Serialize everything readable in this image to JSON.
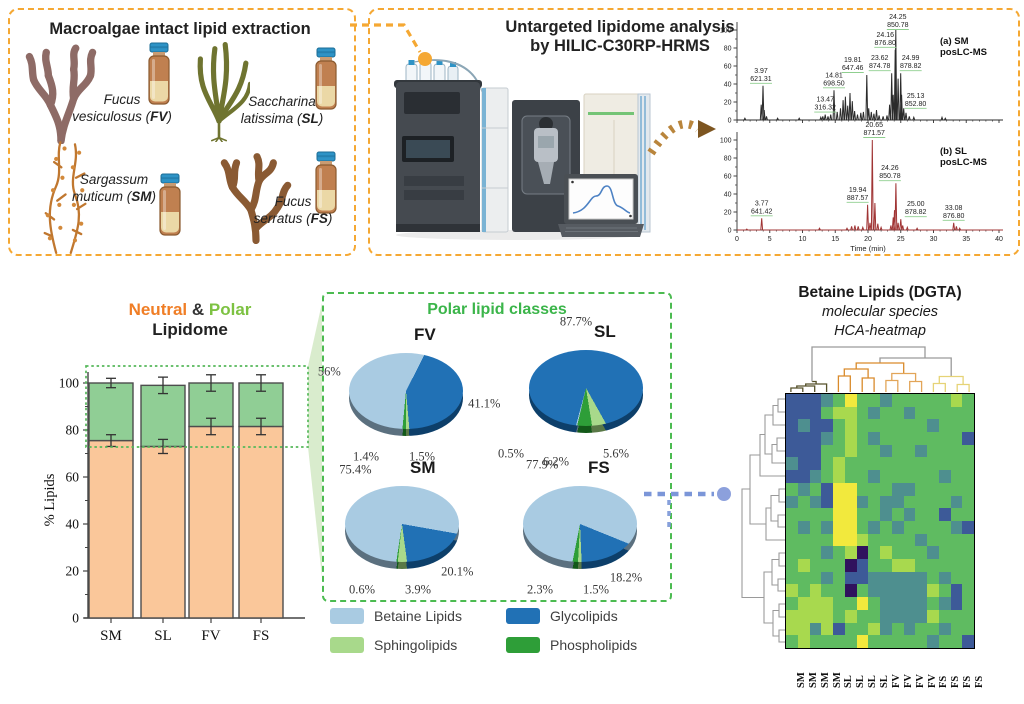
{
  "colors": {
    "accent_orange": "#F5A833",
    "title_orange": "#F07E26",
    "title_green": "#7DC242",
    "class_title_green": "#3BB54A",
    "green_dashed": "#4CBB51",
    "bar_neutral": "#FAC79A",
    "bar_polar": "#90CE95",
    "betaine_blue": "#A9CBE2",
    "glyco_blue": "#2171B5",
    "sphingo_green": "#A8D98B",
    "phospho_green": "#2E9E38",
    "chromatogram_a": "#2B2B2B",
    "chromatogram_b": "#A03434",
    "blue_connector": "#7B96D8",
    "arrow_brown": "#B9853C"
  },
  "extraction": {
    "title": "Macroalgae intact lipid extraction",
    "species": [
      {
        "genus": "Fucus",
        "species": "vesiculosus",
        "abbr": "FV"
      },
      {
        "genus": "Saccharina",
        "species": "latissima",
        "abbr": "SL"
      },
      {
        "genus": "Sargassum",
        "species": "muticum",
        "abbr": "SM"
      },
      {
        "genus": "Fucus",
        "species": "serratus",
        "abbr": "FS"
      }
    ]
  },
  "analysis": {
    "title_line1": "Untargeted lipidome analysis",
    "title_line2": "by HILIC-C30RP-HRMS"
  },
  "chart_data": [
    {
      "id": "chromatogram_a",
      "type": "line",
      "panel_label": "(a) SM",
      "mode": "posLC-MS",
      "color": "#2B2B2B",
      "xlim": [
        0,
        40
      ],
      "ylim": [
        0,
        100
      ],
      "yticks": [
        0,
        20,
        40,
        60,
        80,
        100
      ],
      "labeled_peaks": [
        {
          "rt": 3.97,
          "mz": "621.31",
          "intensity": 38,
          "dx": -2,
          "dy": 0
        },
        {
          "rt": 13.47,
          "mz": "316.32",
          "intensity": 6,
          "dx": 0,
          "dy": 0
        },
        {
          "rt": 14.81,
          "mz": "698.50",
          "intensity": 33,
          "dx": 0,
          "dy": 0
        },
        {
          "rt": 19.81,
          "mz": "647.46",
          "intensity": 50,
          "dx": -14,
          "dy": 0
        },
        {
          "rt": 23.62,
          "mz": "874.78",
          "intensity": 52,
          "dx": -12,
          "dy": 0
        },
        {
          "rt": 24.16,
          "mz": "876.80",
          "intensity": 78,
          "dx": -10,
          "dy": 0
        },
        {
          "rt": 24.25,
          "mz": "850.78",
          "intensity": 100,
          "dx": 2,
          "dy": 0
        },
        {
          "rt": 24.99,
          "mz": "878.82",
          "intensity": 52,
          "dx": 10,
          "dy": 0
        },
        {
          "rt": 25.13,
          "mz": "852.80",
          "intensity": 28,
          "dx": 14,
          "dy": 16
        }
      ],
      "minor_peaks": [
        [
          1.2,
          2
        ],
        [
          3.7,
          17
        ],
        [
          4.15,
          11
        ],
        [
          4.5,
          4
        ],
        [
          6.2,
          2
        ],
        [
          9.5,
          2
        ],
        [
          12.8,
          3
        ],
        [
          13.1,
          4
        ],
        [
          13.9,
          4
        ],
        [
          14.3,
          6
        ],
        [
          15.3,
          9
        ],
        [
          15.8,
          13
        ],
        [
          16.2,
          22
        ],
        [
          16.55,
          26
        ],
        [
          16.9,
          16
        ],
        [
          17.25,
          30
        ],
        [
          17.6,
          21
        ],
        [
          17.95,
          10
        ],
        [
          18.4,
          6
        ],
        [
          18.9,
          8
        ],
        [
          19.3,
          9
        ],
        [
          20.1,
          13
        ],
        [
          20.5,
          9
        ],
        [
          20.9,
          7
        ],
        [
          21.3,
          11
        ],
        [
          21.7,
          5
        ],
        [
          22.3,
          4
        ],
        [
          22.9,
          5
        ],
        [
          23.3,
          17
        ],
        [
          23.85,
          28
        ],
        [
          24.6,
          46
        ],
        [
          25.45,
          13
        ],
        [
          25.8,
          8
        ],
        [
          26.3,
          4
        ],
        [
          27.0,
          3
        ],
        [
          31.3,
          3
        ],
        [
          31.8,
          2
        ]
      ]
    },
    {
      "id": "chromatogram_b",
      "type": "line",
      "panel_label": "(b) SL",
      "mode": "posLC-MS",
      "color": "#A03434",
      "xlim": [
        0,
        40
      ],
      "ylim": [
        0,
        100
      ],
      "yticks": [
        0,
        20,
        40,
        60,
        80,
        100
      ],
      "xticks": [
        0,
        5,
        10,
        15,
        20,
        25,
        30,
        35,
        40
      ],
      "xlabel": "Time (min)",
      "labeled_peaks": [
        {
          "rt": 3.77,
          "mz": "641.42",
          "intensity": 13,
          "dx": 0,
          "dy": 0
        },
        {
          "rt": 19.94,
          "mz": "887.57",
          "intensity": 28,
          "dx": -10,
          "dy": 0
        },
        {
          "rt": 20.65,
          "mz": "871.57",
          "intensity": 100,
          "dx": 2,
          "dy": 0
        },
        {
          "rt": 24.26,
          "mz": "850.78",
          "intensity": 52,
          "dx": -6,
          "dy": 0
        },
        {
          "rt": 25.0,
          "mz": "878.82",
          "intensity": 12,
          "dx": 15,
          "dy": 0
        },
        {
          "rt": 33.08,
          "mz": "876.80",
          "intensity": 8,
          "dx": 0,
          "dy": 0
        }
      ],
      "minor_peaks": [
        [
          1.5,
          1
        ],
        [
          12.6,
          2
        ],
        [
          16.8,
          2
        ],
        [
          17.5,
          4
        ],
        [
          18.0,
          5
        ],
        [
          18.5,
          4
        ],
        [
          19.2,
          3
        ],
        [
          20.3,
          8
        ],
        [
          21.05,
          30
        ],
        [
          21.5,
          7
        ],
        [
          22.0,
          3
        ],
        [
          23.5,
          5
        ],
        [
          23.85,
          14
        ],
        [
          24.05,
          22
        ],
        [
          24.6,
          8
        ],
        [
          25.3,
          5
        ],
        [
          26.0,
          3
        ],
        [
          27.5,
          2
        ],
        [
          33.5,
          4
        ],
        [
          34.0,
          2
        ]
      ]
    },
    {
      "id": "lipidome_bars",
      "type": "bar",
      "stacked": true,
      "title": [
        {
          "text": "Neutral",
          "color": "#F07E26"
        },
        {
          "text": " & ",
          "color": "#333333"
        },
        {
          "text": "Polar",
          "color": "#7DC242"
        }
      ],
      "title_line2": "Lipidome",
      "ylabel": "% Lipids",
      "ylim": [
        0,
        100
      ],
      "yticks": [
        0,
        20,
        40,
        60,
        80,
        100
      ],
      "categories": [
        "SM",
        "SL",
        "FV",
        "FS"
      ],
      "series": [
        {
          "name": "Neutral",
          "color": "#FAC79A",
          "values": [
            75.5,
            73,
            81.5,
            81.5
          ],
          "errors": [
            2.5,
            3,
            3.5,
            3.5
          ]
        },
        {
          "name": "Polar",
          "color": "#90CE95",
          "values": [
            24.5,
            26,
            18.5,
            18.5
          ],
          "totals": [
            100,
            99,
            100,
            100
          ],
          "errors": [
            2,
            3.5,
            3.5,
            3.5
          ]
        }
      ]
    },
    {
      "id": "polar_lipid_classes",
      "type": "pie",
      "title": "Polar lipid classes",
      "classes": [
        {
          "name": "Betaine Lipids",
          "color": "#A9CBE2"
        },
        {
          "name": "Glycolipids",
          "color": "#2171B5"
        },
        {
          "name": "Sphingolipids",
          "color": "#A8D98B"
        },
        {
          "name": "Phospholipids",
          "color": "#2E9E38"
        }
      ],
      "pies": [
        {
          "name": "FV",
          "start_angle": 27,
          "slices": [
            {
              "class": "Glycolipids",
              "value": 41.1,
              "label": "41.1%"
            },
            {
              "class": "Sphingolipids",
              "value": 1.5,
              "label": "1.5%"
            },
            {
              "class": "Phospholipids",
              "value": 1.4,
              "label": "1.4%"
            },
            {
              "class": "Betaine Lipids",
              "value": 56.0,
              "label": "56%"
            }
          ]
        },
        {
          "name": "SL",
          "start_angle": 195,
          "slices": [
            {
              "class": "Glycolipids",
              "value": 87.7,
              "label": "87.7%"
            },
            {
              "class": "Sphingolipids",
              "value": 5.6,
              "label": "5.6%"
            },
            {
              "class": "Phospholipids",
              "value": 6.2,
              "label": "6.2%"
            },
            {
              "class": "Betaine Lipids",
              "value": 0.5,
              "label": "0.5%"
            }
          ]
        },
        {
          "name": "SM",
          "start_angle": 100,
          "slices": [
            {
              "class": "Glycolipids",
              "value": 20.1,
              "label": "20.1%"
            },
            {
              "class": "Sphingolipids",
              "value": 3.9,
              "label": "3.9%"
            },
            {
              "class": "Phospholipids",
              "value": 0.6,
              "label": "0.6%"
            },
            {
              "class": "Betaine Lipids",
              "value": 75.4,
              "label": "75.4%"
            }
          ]
        },
        {
          "name": "FS",
          "start_angle": 112,
          "slices": [
            {
              "class": "Glycolipids",
              "value": 18.2,
              "label": "18.2%"
            },
            {
              "class": "Sphingolipids",
              "value": 1.5,
              "label": "1.5%"
            },
            {
              "class": "Phospholipids",
              "value": 2.3,
              "label": "2.3%"
            },
            {
              "class": "Betaine Lipids",
              "value": 77.9,
              "label": "77.9%"
            }
          ]
        }
      ]
    },
    {
      "id": "dgta_heatmap",
      "type": "heatmap",
      "title": "Betaine Lipids (DGTA)",
      "subtitle1": "molecular species",
      "subtitle2": "HCA-heatmap",
      "columns": [
        "SM",
        "SM",
        "SM",
        "SM",
        "SL",
        "SL",
        "SL",
        "SL",
        "FV",
        "FV",
        "FV",
        "FV",
        "FS",
        "FS",
        "FS",
        "FS"
      ],
      "palette": {
        "P": "#30125E",
        "B": "#3D5A98",
        "T": "#4E8F8F",
        "G": "#5FBB61",
        "L": "#A8D94E",
        "Y": "#F2E93D"
      },
      "grid": [
        "BBBTGYGGTGGGGGLG",
        "BBBGLLGTGGTGGGGG",
        "BTBBGLGGGGGGTGGG",
        "BBBTGLGTGGGGGGGB",
        "BBBGGLGGTGGTGGGG",
        "TBBGLGGGGGGGGGGG",
        "BBTGLGGTGGGGGTGG",
        "GTGBYYGGGTTGGGGG",
        "TGTBYYTGTTGGGGTG",
        "GGGGYYGGTGTGGBGG",
        "GTGTYYGTGTGGGGTB",
        "GGGGYYLGGGGTGGGG",
        "GGGTGLPGLGGGTGGG",
        "GLGGGPBGGLLGGGGG",
        "GGGTGBBTTTTTGTGG",
        "LGLGGPGTTTTTLGBG",
        "GLLLGGYGTTTTGTBG",
        "LLLLGLGGTTTTLGGG",
        "LLTLBGGLTGTGGTGG",
        "GLGGGGYGGGGGTGGB"
      ]
    }
  ]
}
